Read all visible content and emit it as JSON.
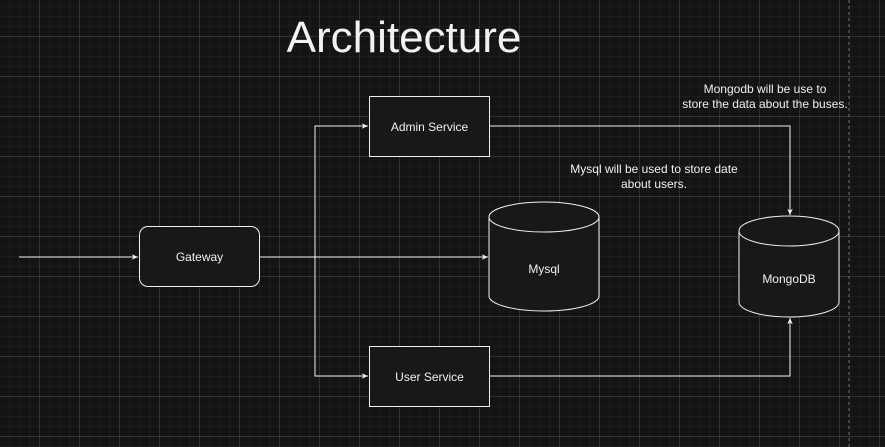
{
  "title": "Architecture",
  "nodes": {
    "gateway": "Gateway",
    "admin_service": "Admin Service",
    "user_service": "User Service",
    "mysql": "Mysql",
    "mongodb": "MongoDB"
  },
  "notes": {
    "mongodb": [
      "Mongodb will be use to",
      "store the data about the buses."
    ],
    "mysql": [
      "Mysql will be used to store date",
      "about users."
    ]
  },
  "colors": {
    "background": "#141414",
    "stroke": "#f0f0f0",
    "text": "#f0f0f0"
  }
}
